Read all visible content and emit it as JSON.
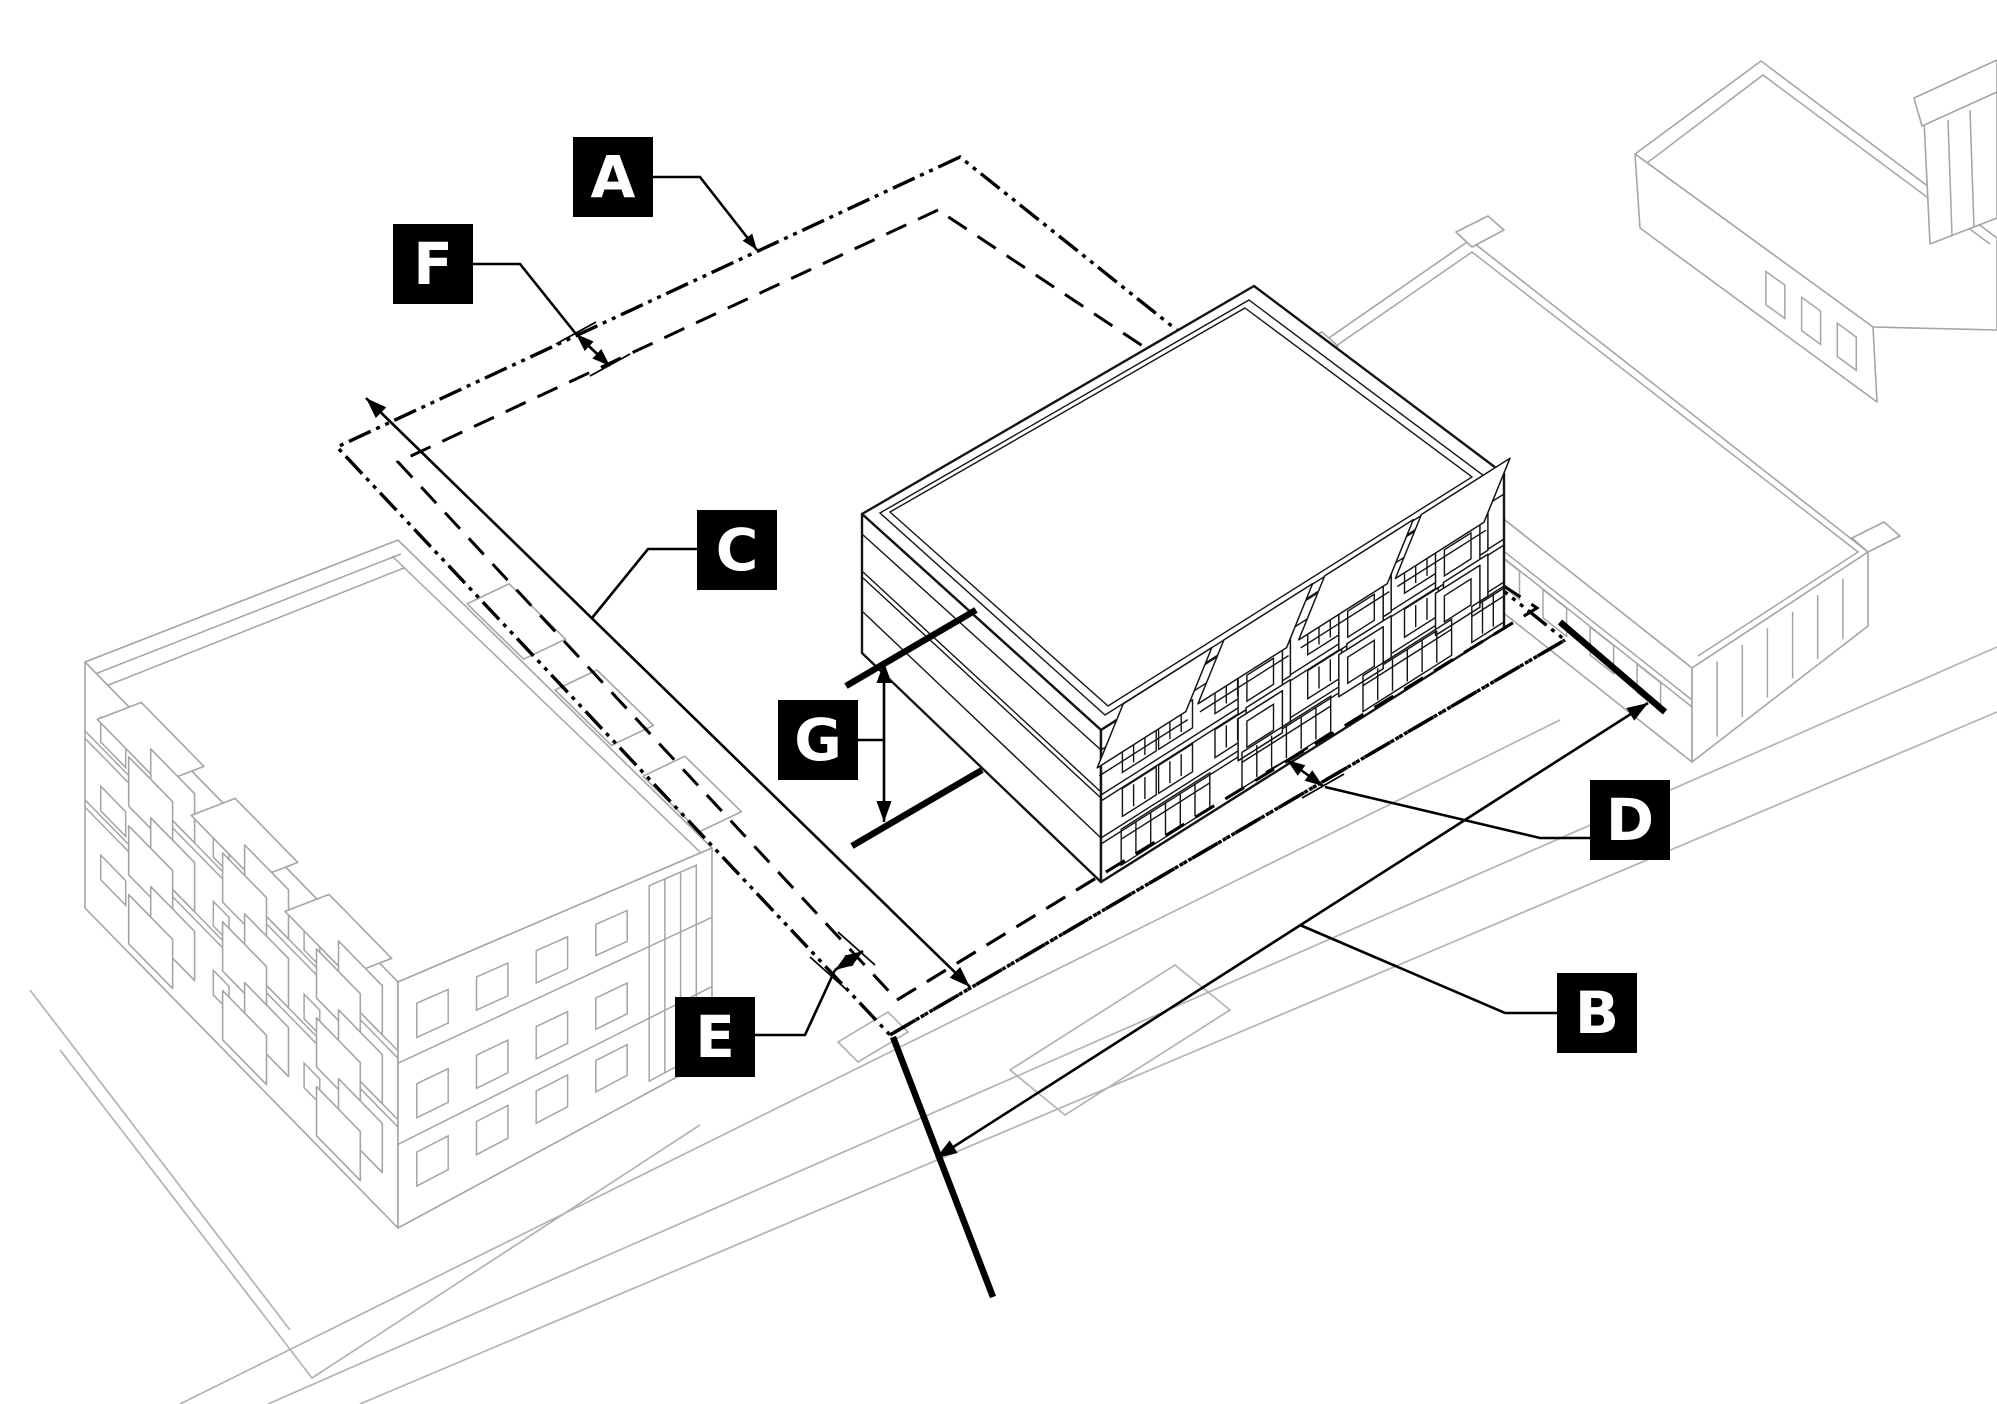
{
  "diagram": {
    "type": "zoning-axonometric-line-diagram",
    "background_color": "#ffffff",
    "primary_line_color": "#000000",
    "secondary_line_color": "#a5a5a5",
    "street_line_color": "#b3b3b3",
    "label_box_color": "#000000",
    "label_text_color": "#ffffff",
    "callouts": [
      {
        "label": "A"
      },
      {
        "label": "F"
      },
      {
        "label": "C"
      },
      {
        "label": "G"
      },
      {
        "label": "D"
      },
      {
        "label": "E"
      },
      {
        "label": "B"
      }
    ]
  }
}
